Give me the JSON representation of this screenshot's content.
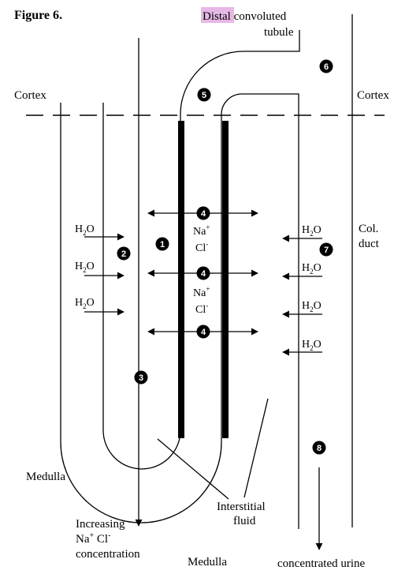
{
  "figure_title": "Figure 6.",
  "tubule_highlight": "Distal",
  "tubule_rest": " convoluted",
  "tubule_line2": "tubule",
  "cortex_left": "Cortex",
  "cortex_right": "Cortex",
  "col_duct_line1": "Col.",
  "col_duct_line2": "duct",
  "water": "H",
  "water_sub": "2",
  "water_end": "O",
  "ion_na": "Na",
  "ion_na_charge": "+",
  "ion_cl": "Cl",
  "ion_cl_charge": "-",
  "medulla_left": "Medulla",
  "medulla_bottom": "Medulla",
  "interstitial_line1": "Interstitial",
  "interstitial_line2": "fluid",
  "increasing_line1": "Increasing",
  "increasing_line2_a": "Na",
  "increasing_line2_b": "+",
  "increasing_line2_c": " Cl",
  "increasing_line2_d": "-",
  "increasing_line3": "concentration",
  "concentrated_urine": "concentrated urine",
  "badges": [
    "1",
    "2",
    "3",
    "4",
    "4",
    "4",
    "5",
    "6",
    "7",
    "8"
  ],
  "colors": {
    "highlight": "#e6b8e6",
    "ink": "#000000"
  }
}
